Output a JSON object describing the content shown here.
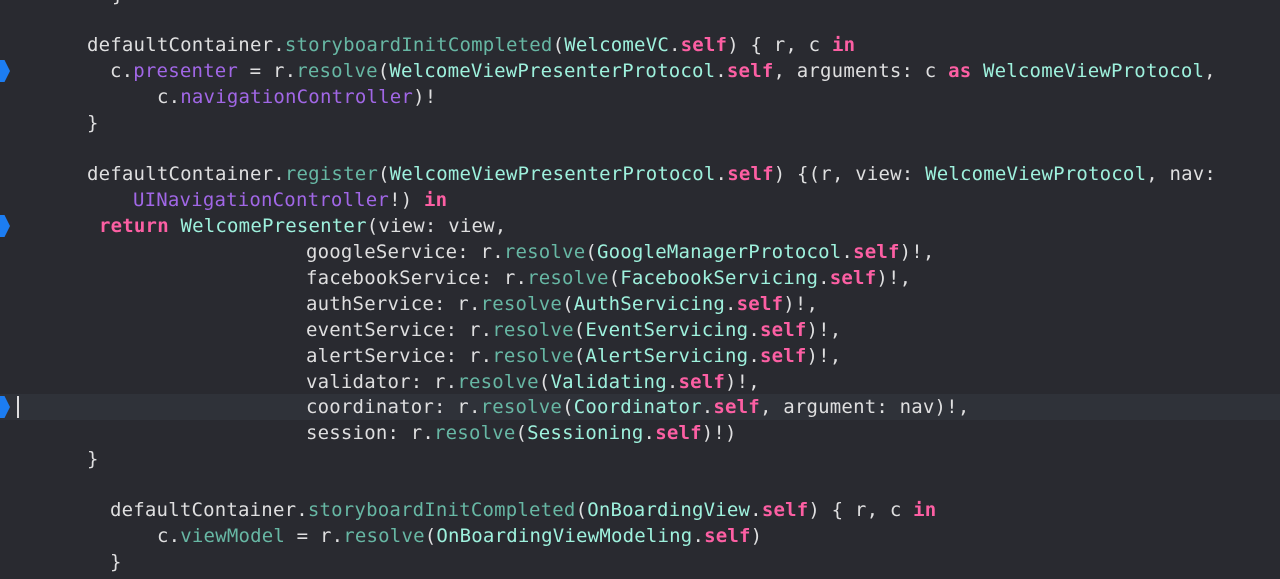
{
  "editor": {
    "theme": {
      "background": "#292a30",
      "current_line": "#2f3239",
      "plain": "#dfdfe0",
      "keyword": "#fc5fa3",
      "type": "#9ef1dd",
      "function": "#67b7a4",
      "property": "#a167e6",
      "breakpoint": "#1c7df2"
    },
    "icons": [
      "breakpoint-icon"
    ],
    "lines": [
      {
        "tokens": [
          {
            "t": "defaultContainer",
            "k": "plain"
          },
          {
            "t": ".",
            "k": "plain"
          },
          {
            "t": "storyboardInitCompleted",
            "k": "fn"
          },
          {
            "t": "(",
            "k": "plain"
          },
          {
            "t": "WelcomeVC",
            "k": "type"
          },
          {
            "t": ".",
            "k": "plain"
          },
          {
            "t": "self",
            "k": "kw"
          },
          {
            "t": ") { r, c ",
            "k": "plain"
          },
          {
            "t": "in",
            "k": "kw"
          }
        ]
      },
      {
        "tokens": [
          {
            "t": "c.",
            "k": "plain"
          },
          {
            "t": "presenter",
            "k": "prop"
          },
          {
            "t": " = r.",
            "k": "plain"
          },
          {
            "t": "resolve",
            "k": "fn"
          },
          {
            "t": "(",
            "k": "plain"
          },
          {
            "t": "WelcomeViewPresenterProtocol",
            "k": "type"
          },
          {
            "t": ".",
            "k": "plain"
          },
          {
            "t": "self",
            "k": "kw"
          },
          {
            "t": ", arguments: c ",
            "k": "plain"
          },
          {
            "t": "as",
            "k": "kw"
          },
          {
            "t": " ",
            "k": "plain"
          },
          {
            "t": "WelcomeViewProtocol",
            "k": "type"
          },
          {
            "t": ",",
            "k": "plain"
          }
        ]
      },
      {
        "tokens": [
          {
            "t": "c.",
            "k": "plain"
          },
          {
            "t": "navigationController",
            "k": "prop"
          },
          {
            "t": ")!",
            "k": "plain"
          }
        ]
      },
      {
        "tokens": [
          {
            "t": "}",
            "k": "plain"
          }
        ]
      },
      {
        "tokens": []
      },
      {
        "tokens": [
          {
            "t": "defaultContainer",
            "k": "plain"
          },
          {
            "t": ".",
            "k": "plain"
          },
          {
            "t": "register",
            "k": "fn"
          },
          {
            "t": "(",
            "k": "plain"
          },
          {
            "t": "WelcomeViewPresenterProtocol",
            "k": "type"
          },
          {
            "t": ".",
            "k": "plain"
          },
          {
            "t": "self",
            "k": "kw"
          },
          {
            "t": ") {(r, view: ",
            "k": "plain"
          },
          {
            "t": "WelcomeViewProtocol",
            "k": "type"
          },
          {
            "t": ", nav:",
            "k": "plain"
          }
        ]
      },
      {
        "tokens": [
          {
            "t": "UINavigationController",
            "k": "prop"
          },
          {
            "t": "!) ",
            "k": "plain"
          },
          {
            "t": "in",
            "k": "kw"
          }
        ]
      },
      {
        "tokens": [
          {
            "t": "return",
            "k": "kw"
          },
          {
            "t": " ",
            "k": "plain"
          },
          {
            "t": "WelcomePresenter",
            "k": "type"
          },
          {
            "t": "(view: view,",
            "k": "plain"
          }
        ]
      },
      {
        "tokens": [
          {
            "t": "googleService: r.",
            "k": "plain"
          },
          {
            "t": "resolve",
            "k": "fn"
          },
          {
            "t": "(",
            "k": "plain"
          },
          {
            "t": "GoogleManagerProtocol",
            "k": "type"
          },
          {
            "t": ".",
            "k": "plain"
          },
          {
            "t": "self",
            "k": "kw"
          },
          {
            "t": ")!,",
            "k": "plain"
          }
        ]
      },
      {
        "tokens": [
          {
            "t": "facebookService: r.",
            "k": "plain"
          },
          {
            "t": "resolve",
            "k": "fn"
          },
          {
            "t": "(",
            "k": "plain"
          },
          {
            "t": "FacebookServicing",
            "k": "type"
          },
          {
            "t": ".",
            "k": "plain"
          },
          {
            "t": "self",
            "k": "kw"
          },
          {
            "t": ")!,",
            "k": "plain"
          }
        ]
      },
      {
        "tokens": [
          {
            "t": "authService: r.",
            "k": "plain"
          },
          {
            "t": "resolve",
            "k": "fn"
          },
          {
            "t": "(",
            "k": "plain"
          },
          {
            "t": "AuthServicing",
            "k": "type"
          },
          {
            "t": ".",
            "k": "plain"
          },
          {
            "t": "self",
            "k": "kw"
          },
          {
            "t": ")!,",
            "k": "plain"
          }
        ]
      },
      {
        "tokens": [
          {
            "t": "eventService: r.",
            "k": "plain"
          },
          {
            "t": "resolve",
            "k": "fn"
          },
          {
            "t": "(",
            "k": "plain"
          },
          {
            "t": "EventServicing",
            "k": "type"
          },
          {
            "t": ".",
            "k": "plain"
          },
          {
            "t": "self",
            "k": "kw"
          },
          {
            "t": ")!,",
            "k": "plain"
          }
        ]
      },
      {
        "tokens": [
          {
            "t": "alertService: r.",
            "k": "plain"
          },
          {
            "t": "resolve",
            "k": "fn"
          },
          {
            "t": "(",
            "k": "plain"
          },
          {
            "t": "AlertServicing",
            "k": "type"
          },
          {
            "t": ".",
            "k": "plain"
          },
          {
            "t": "self",
            "k": "kw"
          },
          {
            "t": ")!,",
            "k": "plain"
          }
        ]
      },
      {
        "tokens": [
          {
            "t": "validator: r.",
            "k": "plain"
          },
          {
            "t": "resolve",
            "k": "fn"
          },
          {
            "t": "(",
            "k": "plain"
          },
          {
            "t": "Validating",
            "k": "type"
          },
          {
            "t": ".",
            "k": "plain"
          },
          {
            "t": "self",
            "k": "kw"
          },
          {
            "t": ")!,",
            "k": "plain"
          }
        ]
      },
      {
        "tokens": [
          {
            "t": "coordinator: r.",
            "k": "plain"
          },
          {
            "t": "resolve",
            "k": "fn"
          },
          {
            "t": "(",
            "k": "plain"
          },
          {
            "t": "Coordinator",
            "k": "type"
          },
          {
            "t": ".",
            "k": "plain"
          },
          {
            "t": "self",
            "k": "kw"
          },
          {
            "t": ", argument: nav)!,",
            "k": "plain"
          }
        ]
      },
      {
        "tokens": [
          {
            "t": "session: r.",
            "k": "plain"
          },
          {
            "t": "resolve",
            "k": "fn"
          },
          {
            "t": "(",
            "k": "plain"
          },
          {
            "t": "Sessioning",
            "k": "type"
          },
          {
            "t": ".",
            "k": "plain"
          },
          {
            "t": "self",
            "k": "kw"
          },
          {
            "t": ")!)",
            "k": "plain"
          }
        ]
      },
      {
        "tokens": [
          {
            "t": "}",
            "k": "plain"
          }
        ]
      },
      {
        "tokens": []
      },
      {
        "tokens": [
          {
            "t": "defaultContainer",
            "k": "plain"
          },
          {
            "t": ".",
            "k": "plain"
          },
          {
            "t": "storyboardInitCompleted",
            "k": "fn"
          },
          {
            "t": "(",
            "k": "plain"
          },
          {
            "t": "OnBoardingView",
            "k": "type"
          },
          {
            "t": ".",
            "k": "plain"
          },
          {
            "t": "self",
            "k": "kw"
          },
          {
            "t": ") { r, c ",
            "k": "plain"
          },
          {
            "t": "in",
            "k": "kw"
          }
        ]
      },
      {
        "tokens": [
          {
            "t": "c.",
            "k": "plain"
          },
          {
            "t": "viewModel",
            "k": "fn"
          },
          {
            "t": " = r.",
            "k": "plain"
          },
          {
            "t": "resolve",
            "k": "fn"
          },
          {
            "t": "(",
            "k": "plain"
          },
          {
            "t": "OnBoardingViewModeling",
            "k": "type"
          },
          {
            "t": ".",
            "k": "plain"
          },
          {
            "t": "self",
            "k": "kw"
          },
          {
            "t": ")",
            "k": "plain"
          }
        ]
      },
      {
        "tokens": [
          {
            "t": "}",
            "k": "plain"
          }
        ]
      }
    ]
  }
}
